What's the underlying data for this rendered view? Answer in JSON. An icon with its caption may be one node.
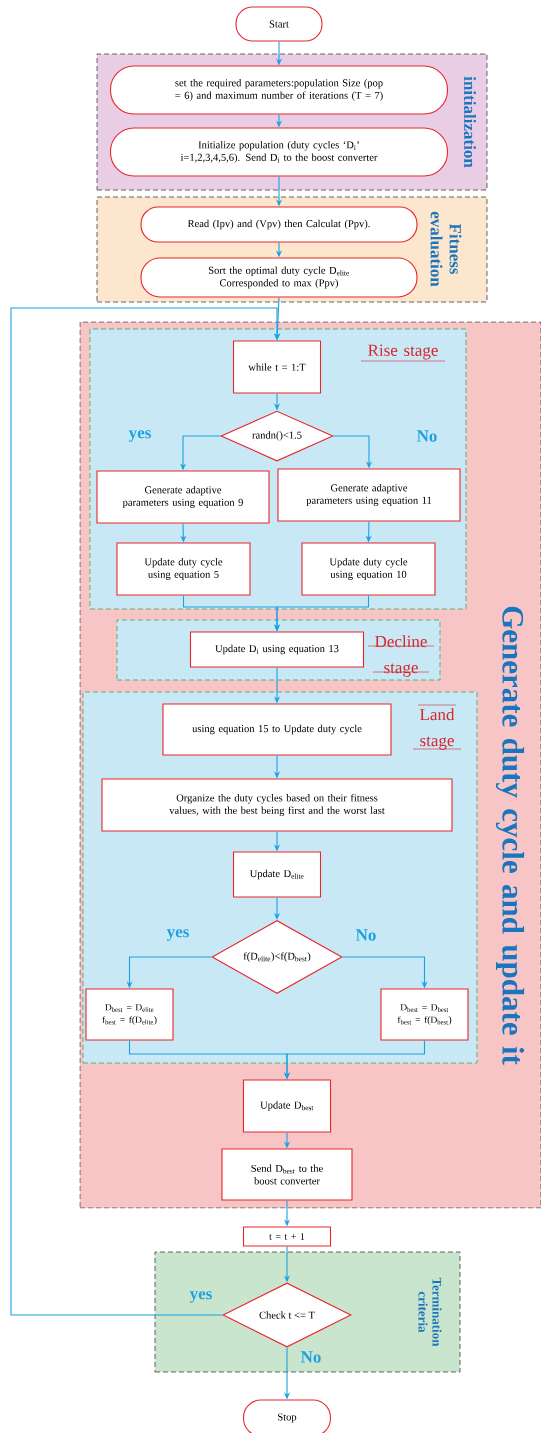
{
  "diagram": {
    "nodes": [
      {
        "text": [
          "Start"
        ]
      },
      {
        "text": [
          "initialization"
        ]
      },
      {
        "text": [
          "set the required parameters:population Size (pop = 6) and maximum number of iterations (T = 7)"
        ],
        "in": 1
      },
      {
        "text": [
          "Initialize population (duty cycles ‘D$_{i}$’ i=1,2,3,4,5,6). Send D$_{i}$ to the boost converter"
        ],
        "in": 1
      },
      {
        "text": [
          "Fitness evaluation"
        ]
      },
      {
        "text": [
          "Read (Ipv) and (Vpv) then Calculat (Ppv)."
        ],
        "in": 4
      },
      {
        "text": [
          "Sort the optimal duty cycle D$_{elite}$ Corresponded to max (Ppv)"
        ],
        "in": 4
      },
      {
        "text": [
          "Generate duty cycle and update it"
        ]
      },
      {
        "text": [
          "Rise stage"
        ],
        "in": 7
      },
      {
        "text": [
          "while t = 1:T"
        ],
        "in": 8
      },
      {
        "text": [
          "randn()<1.5"
        ],
        "in": 8
      },
      {
        "text": [
          "Generate adaptive parameters using equation 9"
        ],
        "in": 8
      },
      {
        "text": [
          "Generate adaptive parameters using equation 11"
        ],
        "in": 8
      },
      {
        "text": [
          "Update duty cycle using equation 5"
        ],
        "in": 8
      },
      {
        "text": [
          "Update duty cycle using equation 10"
        ],
        "in": 8
      },
      {
        "text": [
          "Decline stage"
        ],
        "in": 7
      },
      {
        "text": [
          "Update D$_{i}$ using equation 13"
        ],
        "in": 15
      },
      {
        "text": [
          "Land stage"
        ],
        "in": 7
      },
      {
        "text": [
          "using equation 15 to Update duty cycle"
        ],
        "in": 17
      },
      {
        "text": [
          "Organize the duty cycles based on their fitness values, with the best being first and the worst last"
        ],
        "in": 17
      },
      {
        "text": [
          "Update D$_{elite}$"
        ],
        "in": 17
      },
      {
        "text": [
          "f(D$_{elite}$)<f(D$_{best}$)"
        ],
        "in": 17
      },
      {
        "text": [
          "D$_{best}$ = D$_{elite}$ f$_{best}$ = f(D$_{elite}$)"
        ],
        "in": 17
      },
      {
        "text": [
          "D$_{best}$ = D$_{best}$ f$_{best}$ = f(D$_{best}$)"
        ],
        "in": 17
      },
      {
        "text": [
          "Update D$_{best}$"
        ],
        "in": 7
      },
      {
        "text": [
          "Send D$_{best}$ to the boost converter"
        ],
        "in": 7
      },
      {
        "text": [
          "t = t + 1"
        ]
      },
      {
        "text": [
          "Termination criteria"
        ]
      },
      {
        "text": [
          "Check t <= T"
        ],
        "in": 27
      },
      {
        "text": [
          "Stop"
        ]
      }
    ],
    "edges": [
      {
        "from": 0,
        "to": 2,
        "arrow": "to"
      },
      {
        "from": 2,
        "to": 3,
        "arrow": "to"
      },
      {
        "from": 3,
        "to": 5,
        "arrow": "to"
      },
      {
        "from": 5,
        "to": 6,
        "arrow": "to"
      },
      {
        "from": 6,
        "to": 9,
        "arrow": "to"
      },
      {
        "from": 9,
        "to": 10,
        "arrow": "to"
      },
      {
        "from": 10,
        "to": 11,
        "arrow": "to",
        "label": "yes"
      },
      {
        "from": 10,
        "to": 12,
        "arrow": "to",
        "label": "No"
      },
      {
        "from": 11,
        "to": 13,
        "arrow": "to"
      },
      {
        "from": 12,
        "to": 14,
        "arrow": "to"
      },
      {
        "from": 13,
        "to": 16,
        "arrow": "to"
      },
      {
        "from": 14,
        "to": 16,
        "arrow": "to"
      },
      {
        "from": 16,
        "to": 18,
        "arrow": "to"
      },
      {
        "from": 18,
        "to": 19,
        "arrow": "to"
      },
      {
        "from": 19,
        "to": 20,
        "arrow": "to"
      },
      {
        "from": 20,
        "to": 21,
        "arrow": "to"
      },
      {
        "from": 21,
        "to": 22,
        "arrow": "to",
        "label": "yes"
      },
      {
        "from": 21,
        "to": 23,
        "arrow": "to",
        "label": "No"
      },
      {
        "from": 22,
        "to": 24,
        "arrow": "to"
      },
      {
        "from": 23,
        "to": 24,
        "arrow": "to"
      },
      {
        "from": 24,
        "to": 25,
        "arrow": "to"
      },
      {
        "from": 25,
        "to": 26,
        "arrow": "to"
      },
      {
        "from": 26,
        "to": 28,
        "arrow": "to"
      },
      {
        "from": 28,
        "to": 9,
        "arrow": "to",
        "label": "yes"
      },
      {
        "from": 28,
        "to": 29,
        "arrow": "to",
        "label": "No"
      }
    ]
  }
}
